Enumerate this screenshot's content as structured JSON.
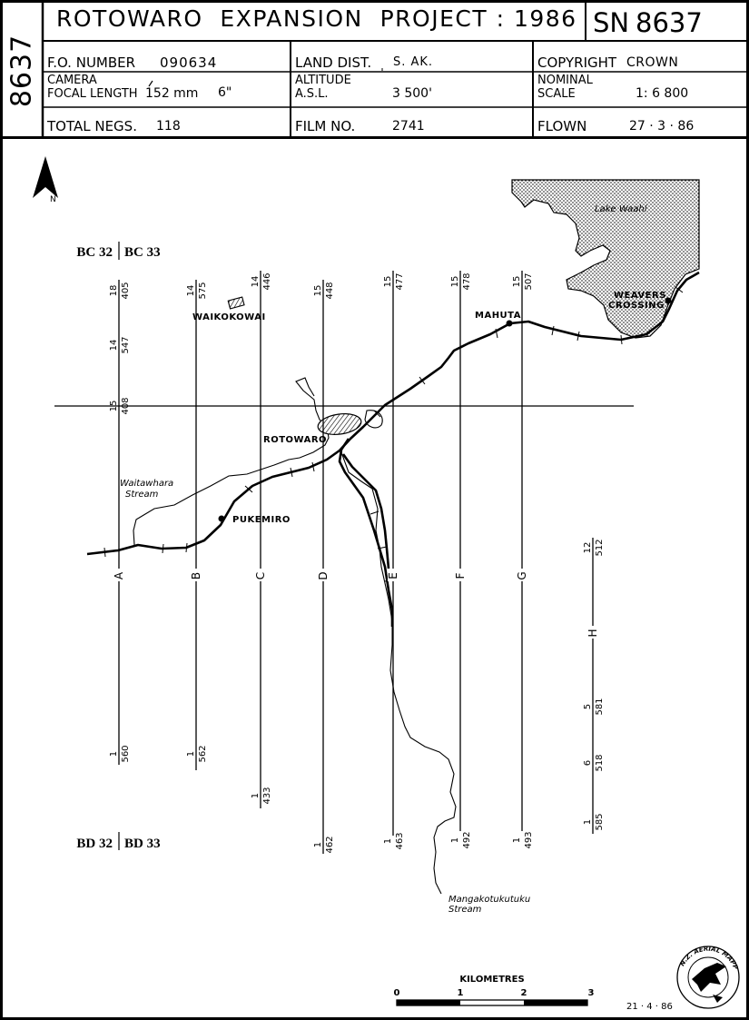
{
  "header": {
    "sheet_number_vertical": "8637",
    "title": "ROTOWARO  EXPANSION  PROJECT : 1986",
    "sn_label": "SN",
    "sn_number": "8637",
    "fo_label": "F.O. NUMBER",
    "fo_value": "090634",
    "land_label": "LAND DIST.",
    "land_value": "S. AK.",
    "copyright_label": "COPYRIGHT",
    "copyright_value": "CROWN",
    "camera_label": "CAMERA",
    "focal_label": "FOCAL LENGTH",
    "focal_value": "152 mm",
    "focal_inches": "6\"",
    "altitude_label": "ALTITUDE",
    "asl_label": "A.S.L.",
    "altitude_value": "3 500'",
    "nominal_label": "NOMINAL",
    "scale_label": "SCALE",
    "scale_value": "1: 6 800",
    "negs_label": "TOTAL NEGS.",
    "negs_value": "118",
    "film_label": "FILM NO.",
    "film_value": "2741",
    "flown_label": "FLOWN",
    "flown_value": "27 · 3 · 86"
  },
  "map": {
    "north_label": "N",
    "sheet_top_left": "BC 32",
    "sheet_top_right": "BC 33",
    "sheet_bottom_left": "BD 32",
    "sheet_bottom_right": "BD 33",
    "places": {
      "waikokowai": "WAIKOKOWAI",
      "rotowaro": "ROTOWARO",
      "pukemiro": "PUKEMIRO",
      "mahuta": "MAHUTA",
      "weavers_line1": "WEAVERS",
      "weavers_line2": "CROSSING",
      "lake": "Lake Waahi",
      "waitawhara_line1": "Waitawhara",
      "waitawhara_line2": "Stream",
      "manga_line1": "Mangakotukutuku",
      "manga_line2": "Stream"
    },
    "flight_lines": [
      {
        "letter": "A",
        "top_run": "18",
        "top_neg": "405",
        "bottom_run": "1",
        "bottom_neg": "560"
      },
      {
        "letter": "B",
        "top_run": "14",
        "top_neg": "575",
        "bottom_run": "1",
        "bottom_neg": "562"
      },
      {
        "letter": "C",
        "top_run": "14",
        "top_neg": "446",
        "bottom_run": "1",
        "bottom_neg": "433"
      },
      {
        "letter": "D",
        "top_run": "15",
        "top_neg": "448",
        "bottom_run": "1",
        "bottom_neg": "462"
      },
      {
        "letter": "E",
        "top_run": "15",
        "top_neg": "477",
        "bottom_run": "1",
        "bottom_neg": "463"
      },
      {
        "letter": "F",
        "top_run": "15",
        "top_neg": "478",
        "bottom_run": "1",
        "bottom_neg": "492"
      },
      {
        "letter": "G",
        "top_run": "15",
        "top_neg": "507",
        "bottom_run": "1",
        "bottom_neg": "493"
      },
      {
        "letter": "H",
        "top_run": "12",
        "top_neg": "512",
        "bottom_run": "1",
        "bottom_neg": "585"
      }
    ],
    "line_a_extra": {
      "mid1_run": "14",
      "mid1_neg": "547",
      "mid2_run": "15",
      "mid2_neg": "408"
    },
    "line_h_extra": {
      "mid1_run": "5",
      "mid1_neg": "581",
      "mid2_run": "6",
      "mid2_neg": "518"
    },
    "scale_bar": {
      "title": "KILOMETRES",
      "ticks": [
        "0",
        "1",
        "2",
        "3"
      ]
    },
    "footer_date": "21 · 4 · 86",
    "logo_text": "N.Z. AERIAL MAPPING LTD"
  }
}
